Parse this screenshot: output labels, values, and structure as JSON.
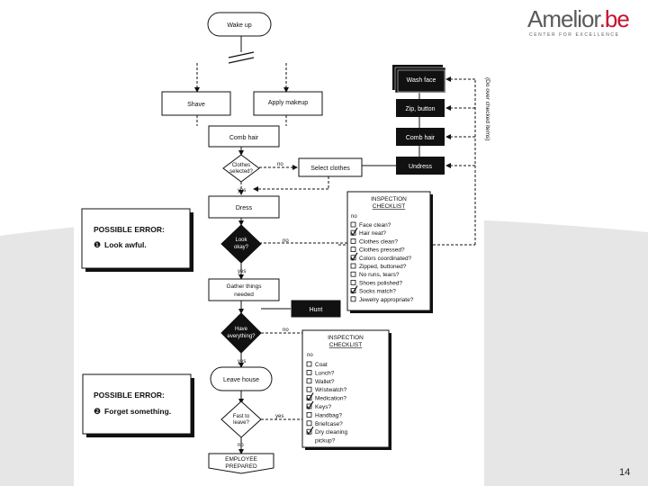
{
  "logo": {
    "name": "Amelior",
    "suffix": ".be",
    "tagline": "CENTER FOR EXCELLENCE"
  },
  "page_number": "14",
  "flow": {
    "wake_up": "Wake up",
    "shave": "Shave",
    "apply_makeup": "Apply makeup",
    "comb_hair": "Comb hair",
    "clothes_selected": [
      "Clothes",
      "selected?"
    ],
    "select_clothes": "Select clothes",
    "dress": "Dress",
    "look_okay": [
      "Look",
      "okay?"
    ],
    "gather": [
      "Gather things",
      "needed"
    ],
    "hunt": "Hunt",
    "have_everything": [
      "Have",
      "everything?"
    ],
    "leave_house": "Leave house",
    "fast_to_leave": [
      "Fast to",
      "leave?"
    ],
    "employee_prepared": [
      "EMPLOYEE",
      "PREPARED"
    ],
    "yes": "yes",
    "no": "no"
  },
  "side_boxes": {
    "wash_face": "Wash face",
    "zip_button": "Zip, button",
    "comb_hair": "Comb hair",
    "undress": "Undress",
    "vertical_note": "(Do over checked items)"
  },
  "checklist1": {
    "title": [
      "INSPECTION",
      "CHECKLIST"
    ],
    "no_label": "no",
    "items": [
      {
        "text": "Face clean?",
        "checked": false
      },
      {
        "text": "Hair neat?",
        "checked": true
      },
      {
        "text": "Clothes clean?",
        "checked": false
      },
      {
        "text": "Clothes pressed?",
        "checked": false
      },
      {
        "text": "Colors coordinated?",
        "checked": true
      },
      {
        "text": "Zipped, buttoned?",
        "checked": false
      },
      {
        "text": "No runs, tears?",
        "checked": false
      },
      {
        "text": "Shoes polished?",
        "checked": false
      },
      {
        "text": "Socks match?",
        "checked": true
      },
      {
        "text": "Jewelry appropriate?",
        "checked": false
      }
    ]
  },
  "checklist2": {
    "title": [
      "INSPECTION",
      "CHECKLIST"
    ],
    "no_label": "no",
    "items": [
      {
        "text": "Coat",
        "checked": false
      },
      {
        "text": "Lunch?",
        "checked": false
      },
      {
        "text": "Wallet?",
        "checked": false
      },
      {
        "text": "Wristwatch?",
        "checked": false
      },
      {
        "text": "Medication?",
        "checked": true
      },
      {
        "text": "Keys?",
        "checked": true
      },
      {
        "text": "Handbag?",
        "checked": false
      },
      {
        "text": "Briefcase?",
        "checked": false
      },
      {
        "text": "Dry cleaning",
        "checked": true
      },
      {
        "text": "pickup?",
        "checked": null
      }
    ]
  },
  "error1": {
    "heading": "POSSIBLE ERROR:",
    "number": "❶",
    "text": "Look awful."
  },
  "error2": {
    "heading": "POSSIBLE ERROR:",
    "number": "❷",
    "text": "Forget something."
  }
}
